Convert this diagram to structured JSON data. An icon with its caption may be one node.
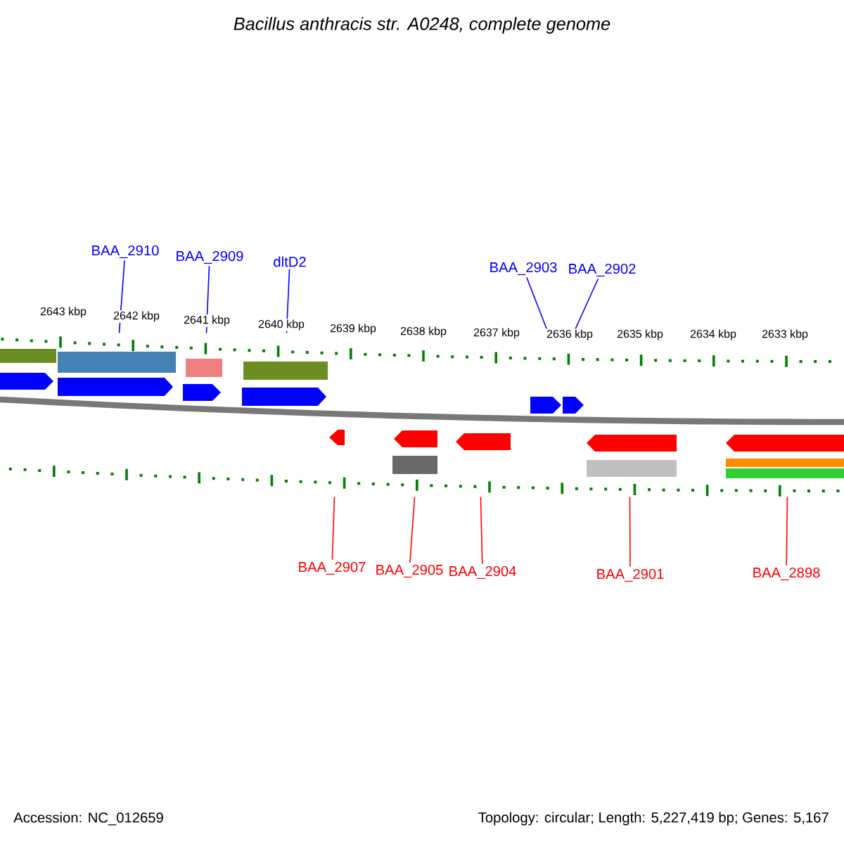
{
  "diagram": {
    "title": "Bacillus anthracis str. A0248, complete genome",
    "nodes": [
      {
        "text": [
          "BAA_2910"
        ]
      },
      {
        "text": [
          "BAA_2909"
        ]
      },
      {
        "text": [
          "dltD2"
        ]
      },
      {
        "text": [
          "BAA_2903"
        ]
      },
      {
        "text": [
          "BAA_2902"
        ]
      },
      {
        "text": [
          "BAA_2907"
        ]
      },
      {
        "text": [
          "BAA_2905"
        ]
      },
      {
        "text": [
          "BAA_2904"
        ]
      },
      {
        "text": [
          "BAA_2901"
        ]
      },
      {
        "text": [
          "BAA_2898"
        ]
      },
      {
        "text": [],
        "shape": "picture"
      }
    ],
    "edges": [
      {
        "from": 0,
        "to": 10,
        "arrow": "none",
        "color": "#0000ff"
      },
      {
        "from": 1,
        "to": 10,
        "arrow": "none",
        "color": "#0000ff"
      },
      {
        "from": 2,
        "to": 10,
        "arrow": "none",
        "color": "#0000ff"
      },
      {
        "from": 3,
        "to": 10,
        "arrow": "none",
        "color": "#0000ff"
      },
      {
        "from": 4,
        "to": 10,
        "arrow": "none",
        "color": "#0000ff"
      },
      {
        "from": 5,
        "to": 10,
        "arrow": "none",
        "color": "#ff0000"
      },
      {
        "from": 6,
        "to": 10,
        "arrow": "none",
        "color": "#ff0000"
      },
      {
        "from": 7,
        "to": 10,
        "arrow": "none",
        "color": "#ff0000"
      },
      {
        "from": 8,
        "to": 10,
        "arrow": "none",
        "color": "#ff0000"
      },
      {
        "from": 9,
        "to": 10,
        "arrow": "none",
        "color": "#ff0000"
      }
    ],
    "labels": [
      "2643 kbp",
      "2642 kbp",
      "2641 kbp",
      "2640 kbp",
      "2639 kbp",
      "2638 kbp",
      "2637 kbp",
      "2636 kbp",
      "2635 kbp",
      "2634 kbp",
      "2633 kbp",
      "Accession: NC_012659",
      "Topology: circular; Length: 5,227,419 bp; Genes: 5,167"
    ]
  }
}
